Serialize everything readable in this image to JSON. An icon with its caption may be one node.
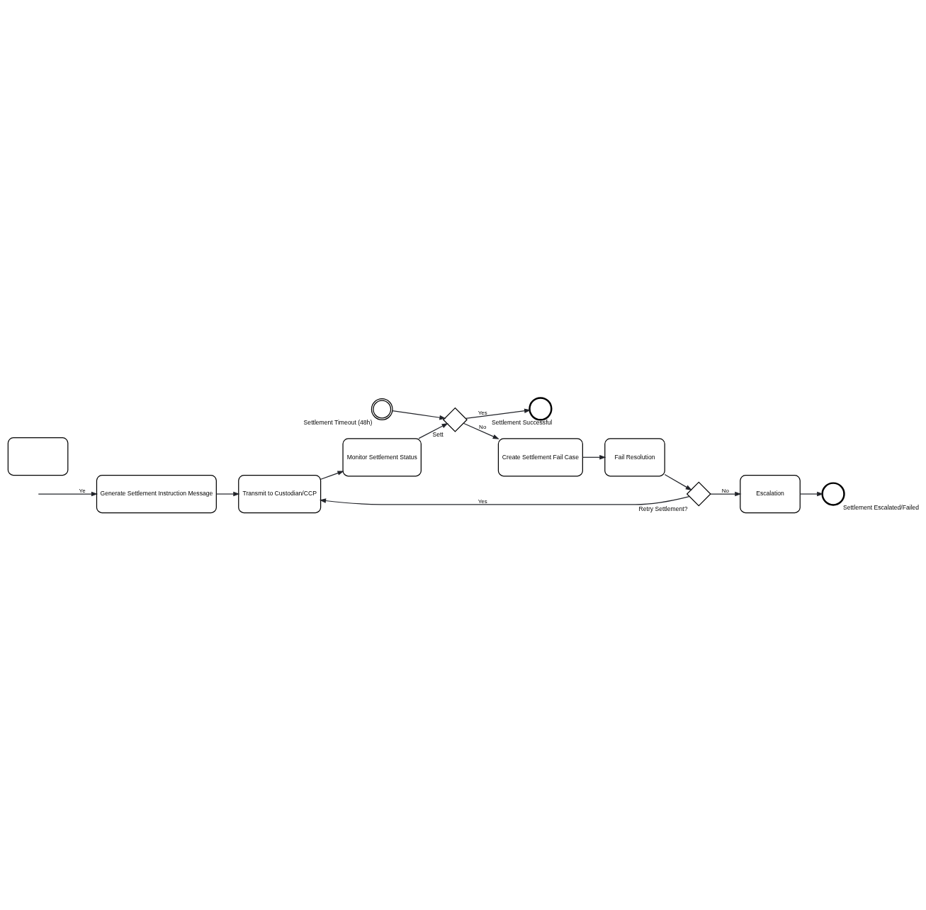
{
  "diagram": {
    "nodes": [
      {
        "text": [
          "Generate Settlement Instruction Message"
        ]
      },
      {
        "text": [
          "Transmit to Custodian/CCP"
        ]
      },
      {
        "text": [
          "Monitor Settlement Status"
        ]
      },
      {
        "text": [],
        "shape": "diamond",
        "beside": [
          "Sett"
        ]
      },
      {
        "text": [
          "Settlement Successful"
        ]
      },
      {
        "text": [
          "Settlement Timeout (48h)"
        ]
      },
      {
        "text": [
          "Create Settlement Fail Case"
        ]
      },
      {
        "text": [
          "Fail Resolution"
        ]
      },
      {
        "text": [
          "Retry Settlement?"
        ]
      },
      {
        "text": [
          "Escalation"
        ]
      },
      {
        "text": [
          "Settlement Escalated/Failed"
        ]
      },
      {
        "text": [],
        "shape": "box"
      }
    ],
    "edges": [
      {
        "from": null,
        "to": 0,
        "arrow": "to",
        "label": "Ye"
      },
      {
        "from": 0,
        "to": 1,
        "arrow": "to"
      },
      {
        "from": 1,
        "to": 2,
        "arrow": "to"
      },
      {
        "from": 2,
        "to": 3,
        "arrow": "to"
      },
      {
        "from": 3,
        "to": 4,
        "arrow": "to",
        "label": "Yes"
      },
      {
        "from": 3,
        "to": 6,
        "arrow": "to",
        "label": "No"
      },
      {
        "from": 5,
        "to": 3,
        "arrow": "to"
      },
      {
        "from": 6,
        "to": 7,
        "arrow": "to"
      },
      {
        "from": 7,
        "to": 8,
        "arrow": "to"
      },
      {
        "from": 8,
        "to": 1,
        "arrow": "to",
        "label": "Yes"
      },
      {
        "from": 8,
        "to": 9,
        "arrow": "to",
        "label": "No"
      },
      {
        "from": 9,
        "to": 10,
        "arrow": "to"
      }
    ]
  }
}
